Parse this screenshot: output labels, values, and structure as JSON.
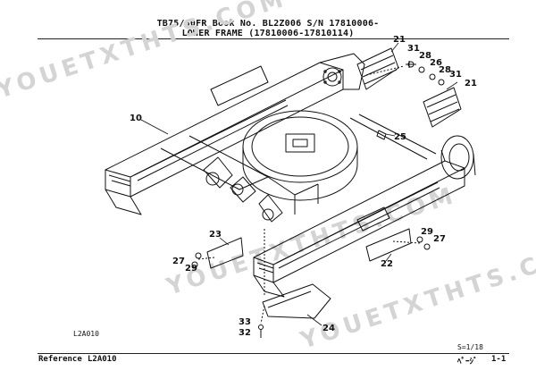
{
  "header": {
    "line1": "TB75/80FR  Book No. BL2Z006  S/N 17810006-",
    "line2": "LOWER FRAME (17810006-17810114)"
  },
  "watermark": {
    "text": "YOUETXTHTS.COM"
  },
  "diagram": {
    "callouts": {
      "c21a": "21",
      "c31a": "31",
      "c28a": "28",
      "c26": "26",
      "c28b": "28",
      "c31b": "31",
      "c21b": "21",
      "c10": "10",
      "c25": "25",
      "c23": "23",
      "c27a": "27",
      "c29a": "29",
      "c29b": "29",
      "c27b": "27",
      "c22": "22",
      "c33": "33",
      "c32": "32",
      "c24": "24"
    },
    "figure_code": "L2A010"
  },
  "scale": "S=1/18",
  "footer": {
    "reference_label": "Reference",
    "reference_code": "L2A010",
    "page_label": "ﾍﾟｰｼﾞ",
    "page_number": "1-1"
  },
  "colors": {
    "ink": "#111111",
    "watermark": "#d4d4d4"
  }
}
